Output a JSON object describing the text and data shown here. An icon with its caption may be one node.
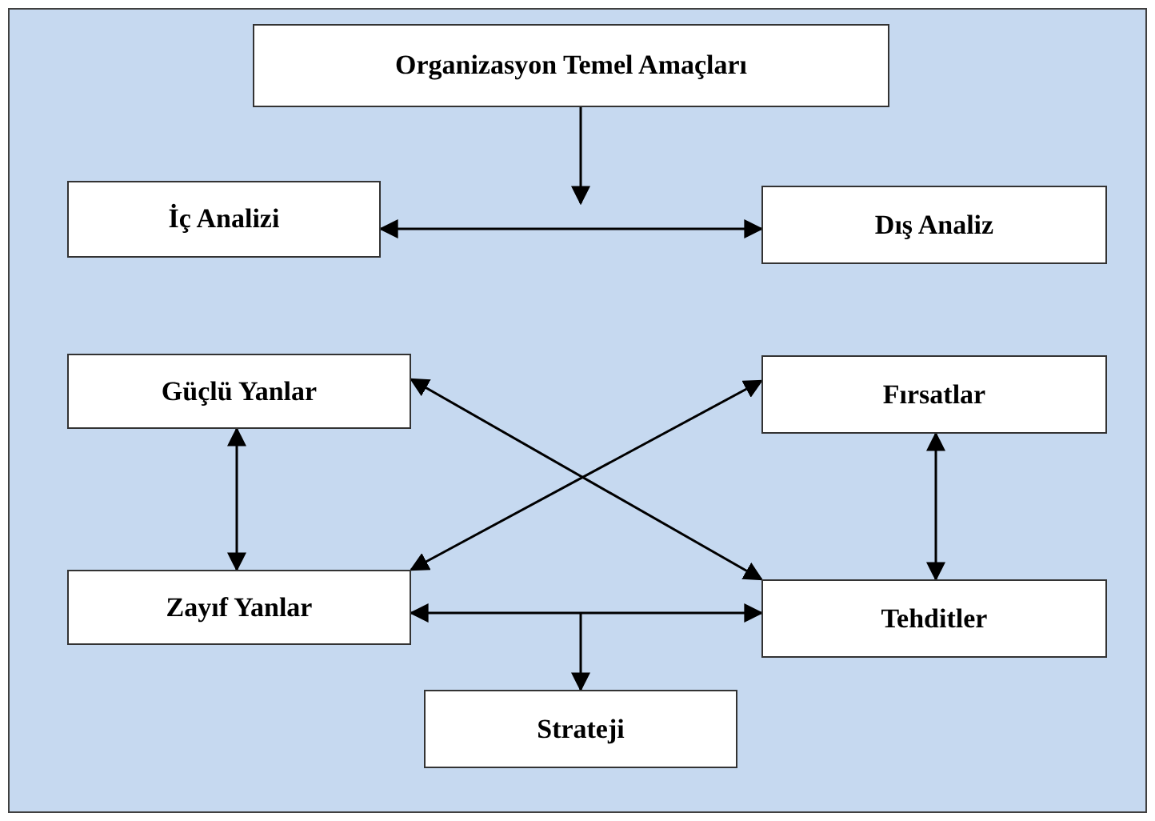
{
  "diagram": {
    "nodes": [
      {
        "text": [
          "Organizasyon Temel Amaçları"
        ]
      },
      {
        "text": [
          "İç Analizi"
        ]
      },
      {
        "text": [
          "Dış Analiz"
        ]
      },
      {
        "text": [
          "Güçlü Yanlar"
        ]
      },
      {
        "text": [
          "Fırsatlar"
        ]
      },
      {
        "text": [
          "Zayıf Yanlar"
        ]
      },
      {
        "text": [
          "Tehditler"
        ]
      },
      {
        "text": [
          "Strateji"
        ]
      }
    ],
    "edges": [
      {
        "from": 0,
        "to": null,
        "arrow": "to"
      },
      {
        "from": 1,
        "to": 2,
        "arrow": "both"
      },
      {
        "from": 3,
        "to": 6,
        "arrow": "both"
      },
      {
        "from": 4,
        "to": 5,
        "arrow": "both"
      },
      {
        "from": 3,
        "to": 5,
        "arrow": "both"
      },
      {
        "from": 4,
        "to": 6,
        "arrow": "both"
      },
      {
        "from": 5,
        "to": 6,
        "arrow": "both"
      },
      {
        "from": null,
        "to": 7,
        "arrow": "to"
      }
    ]
  }
}
